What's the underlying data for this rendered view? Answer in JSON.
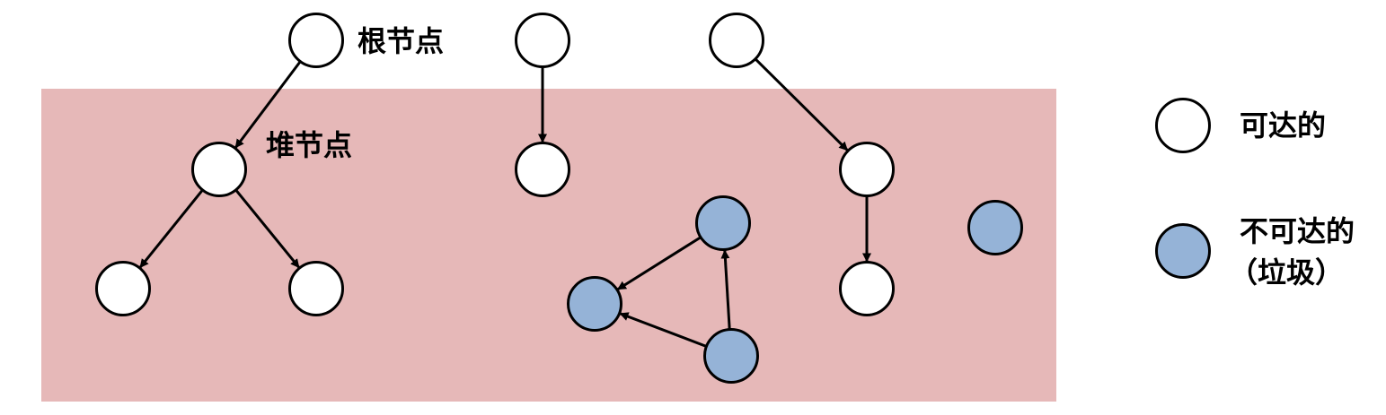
{
  "colors": {
    "heap_area": "#e6b8b8",
    "reachable_fill": "#ffffff",
    "unreachable_fill": "#95b3d7",
    "stroke": "#000000"
  },
  "labels": {
    "root_node": "根节点",
    "heap_node": "堆节点"
  },
  "legend": {
    "reachable": "可达的",
    "unreachable_line1": "不可达的",
    "unreachable_line2": "（垃圾）"
  },
  "graph": {
    "nodes": [
      {
        "id": "root1",
        "kind": "reachable"
      },
      {
        "id": "root2",
        "kind": "reachable"
      },
      {
        "id": "root3",
        "kind": "reachable"
      },
      {
        "id": "heap1",
        "kind": "reachable"
      },
      {
        "id": "heap1-left",
        "kind": "reachable"
      },
      {
        "id": "heap1-right",
        "kind": "reachable"
      },
      {
        "id": "heap2",
        "kind": "reachable"
      },
      {
        "id": "heap3",
        "kind": "reachable"
      },
      {
        "id": "heap3-child",
        "kind": "reachable"
      },
      {
        "id": "garbage-top",
        "kind": "unreachable"
      },
      {
        "id": "garbage-left",
        "kind": "unreachable"
      },
      {
        "id": "garbage-bottom",
        "kind": "unreachable"
      },
      {
        "id": "garbage-isolated",
        "kind": "unreachable"
      }
    ],
    "edges": [
      {
        "from": "root1",
        "to": "heap1"
      },
      {
        "from": "heap1",
        "to": "heap1-left"
      },
      {
        "from": "heap1",
        "to": "heap1-right"
      },
      {
        "from": "root2",
        "to": "heap2"
      },
      {
        "from": "root3",
        "to": "heap3"
      },
      {
        "from": "heap3",
        "to": "heap3-child"
      },
      {
        "from": "garbage-top",
        "to": "garbage-left"
      },
      {
        "from": "garbage-bottom",
        "to": "garbage-left"
      },
      {
        "from": "garbage-bottom",
        "to": "garbage-top"
      }
    ]
  }
}
